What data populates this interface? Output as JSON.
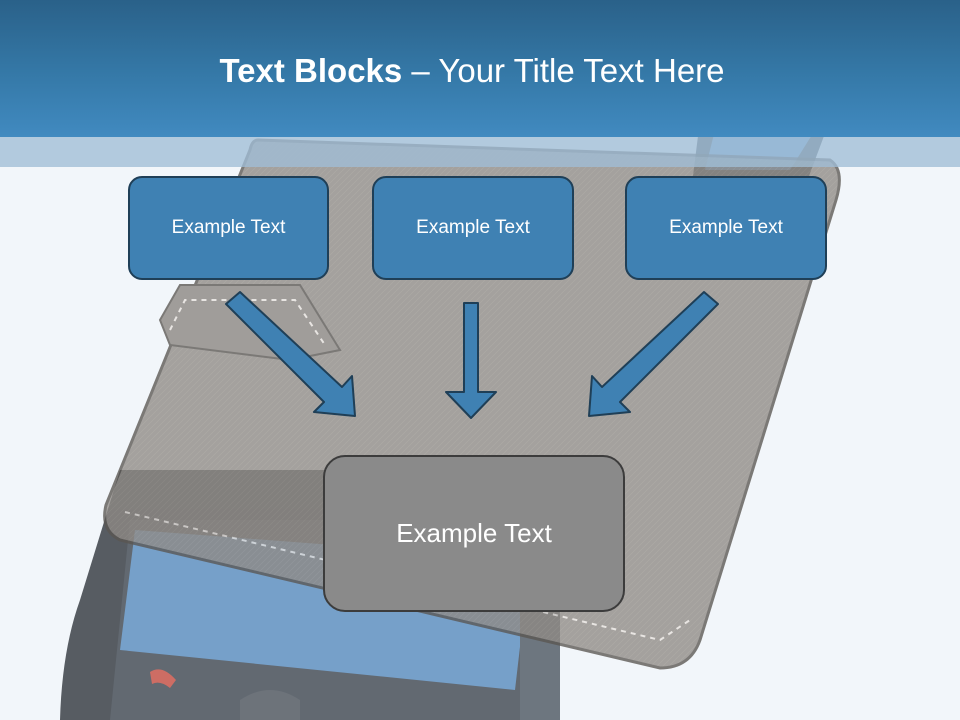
{
  "slide": {
    "title_bold": "Text Blocks",
    "title_dash": " – ",
    "title_rest": "Your Title Text Here"
  },
  "boxes": [
    {
      "label": "Example Text"
    },
    {
      "label": "Example Text"
    },
    {
      "label": "Example Text"
    }
  ],
  "main_box": {
    "label": "Example Text"
  },
  "colors": {
    "header": "#3579a8",
    "box_fill": "#3f81b3",
    "box_border": "#1f3f57",
    "main_box_fill": "#8a8a8a",
    "arrow_fill": "#3f81b3",
    "background": "#f2f6fa"
  },
  "background_image": {
    "icon": "phone-in-wallet-illustration"
  }
}
